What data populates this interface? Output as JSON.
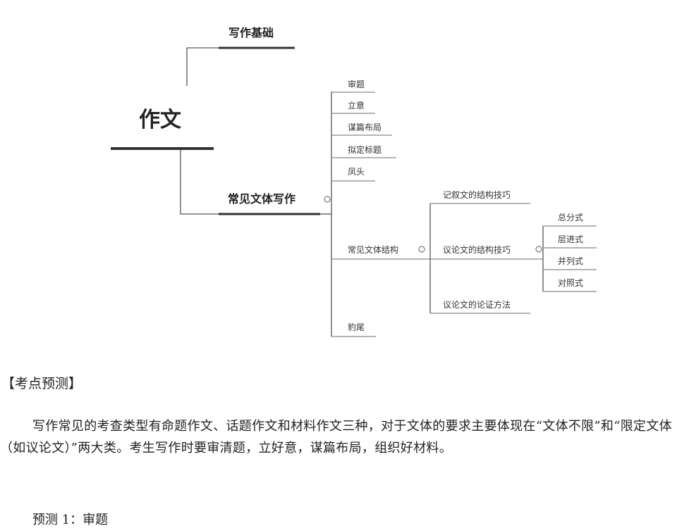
{
  "mindmap": {
    "root": "作文",
    "branch_basic": "写作基础",
    "branch_common": "常见文体写作",
    "common_children": [
      "审题",
      "立意",
      "谋篇布局",
      "拟定标题",
      "凤头"
    ],
    "structure_label": "常见文体结构",
    "structure_children": [
      "记叙文的结构技巧",
      "议论文的结构技巧",
      "议论文的论证方法"
    ],
    "argument_children": [
      "总分式",
      "层进式",
      "并列式",
      "对照式"
    ],
    "tail": "豹尾"
  },
  "document": {
    "heading": "【考点预测】",
    "paragraph": "写作常见的考查类型有命题作文、话题作文和材料作文三种，对于文体的要求主要体现在“文体不限”和“限定文体（如议论文）”两大类。考生写作时要审清题，立好意，谋篇布局，组织好材料。",
    "prediction": "预测 1：审题"
  }
}
